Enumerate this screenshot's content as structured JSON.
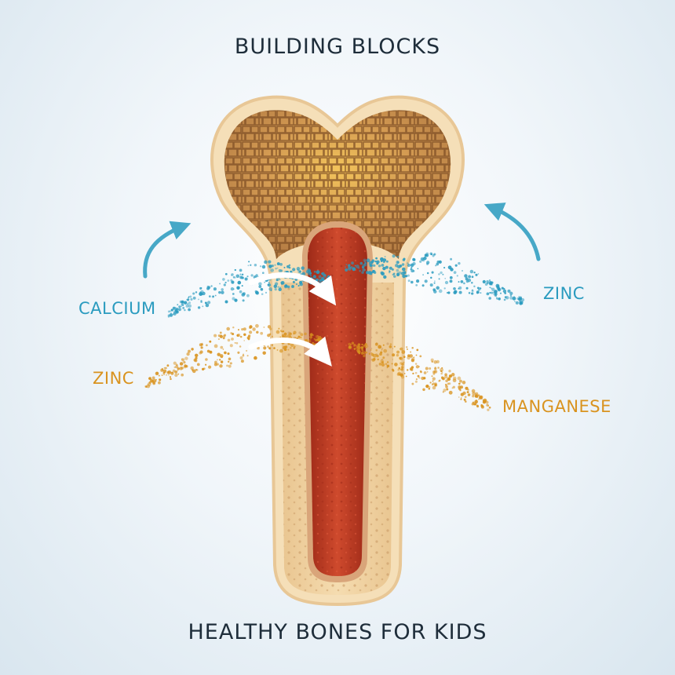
{
  "title": "BUILDING BLOCKS",
  "subtitle": "HEALTHY BONES FOR KIDS",
  "labels": {
    "calcium": "CALCIUM",
    "zinc_left": "ZINC",
    "zinc_right": "ZINC",
    "manganese": "MANGANESE"
  },
  "colors": {
    "blue_mineral": "#2a9bbf",
    "gold_mineral": "#d9931f",
    "marrow": "#c23a22",
    "cortical_bone": "#f0d3a3",
    "spongy_bone": "#c98f4e",
    "title_text": "#1e2d3a"
  }
}
